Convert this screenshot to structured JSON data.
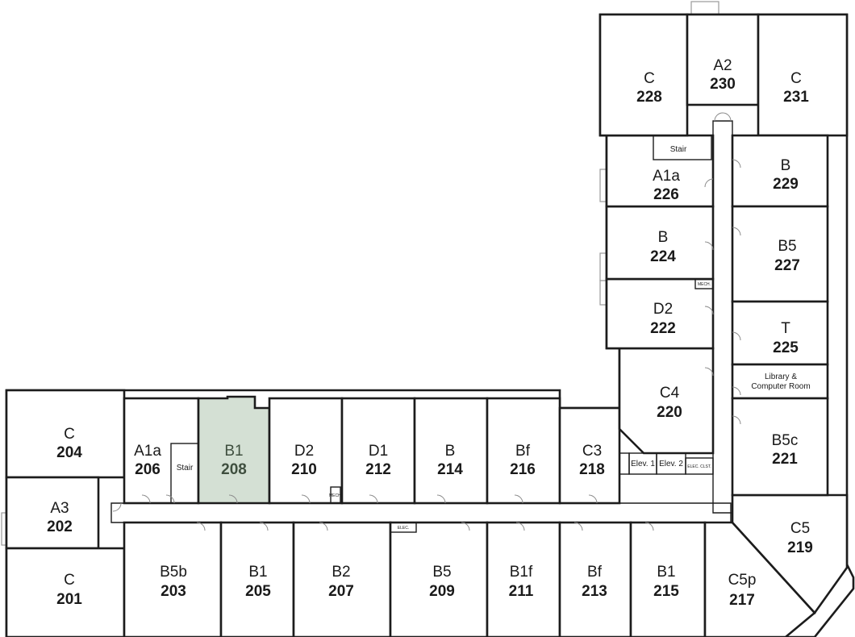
{
  "colors": {
    "highlight": "#d4e0d4",
    "wall": "#1c1c1c"
  },
  "units": {
    "u201": {
      "type": "C",
      "number": "201"
    },
    "u202": {
      "type": "A3",
      "number": "202"
    },
    "u203": {
      "type": "B5b",
      "number": "203"
    },
    "u204": {
      "type": "C",
      "number": "204"
    },
    "u205": {
      "type": "B1",
      "number": "205"
    },
    "u206": {
      "type": "A1a",
      "number": "206"
    },
    "u207": {
      "type": "B2",
      "number": "207"
    },
    "u208": {
      "type": "B1",
      "number": "208",
      "highlighted": true
    },
    "u209": {
      "type": "B5",
      "number": "209"
    },
    "u210": {
      "type": "D2",
      "number": "210"
    },
    "u211": {
      "type": "B1f",
      "number": "211"
    },
    "u212": {
      "type": "D1",
      "number": "212"
    },
    "u213": {
      "type": "Bf",
      "number": "213"
    },
    "u214": {
      "type": "B",
      "number": "214"
    },
    "u215": {
      "type": "B1",
      "number": "215"
    },
    "u216": {
      "type": "Bf",
      "number": "216"
    },
    "u217": {
      "type": "C5p",
      "number": "217"
    },
    "u218": {
      "type": "C3",
      "number": "218"
    },
    "u219": {
      "type": "C5",
      "number": "219"
    },
    "u220": {
      "type": "C4",
      "number": "220"
    },
    "u221": {
      "type": "B5c",
      "number": "221"
    },
    "u222": {
      "type": "D2",
      "number": "222"
    },
    "u224": {
      "type": "B",
      "number": "224"
    },
    "u225": {
      "type": "T",
      "number": "225"
    },
    "u226": {
      "type": "A1a",
      "number": "226"
    },
    "u227": {
      "type": "B5",
      "number": "227"
    },
    "u228": {
      "type": "C",
      "number": "228"
    },
    "u229": {
      "type": "B",
      "number": "229"
    },
    "u230": {
      "type": "A2",
      "number": "230"
    },
    "u231": {
      "type": "C",
      "number": "231"
    }
  },
  "labels": {
    "stair": "Stair",
    "library_line1": "Library &",
    "library_line2": "Computer Room",
    "elev1": "Elev. 1",
    "elev2": "Elev. 2",
    "elec": "ELEC.",
    "mech": "MECH.",
    "elec_clst": "ELEC. CLST."
  }
}
